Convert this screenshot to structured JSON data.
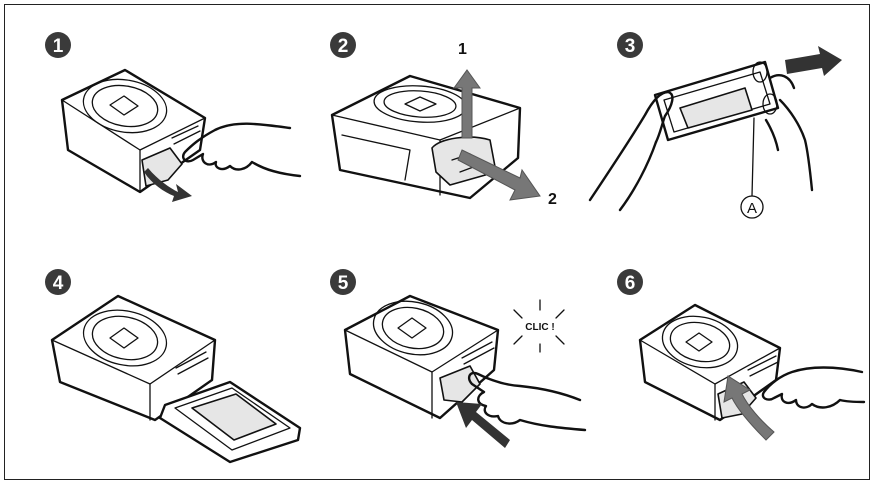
{
  "steps": [
    {
      "number": "1"
    },
    {
      "number": "2"
    },
    {
      "number": "3"
    },
    {
      "number": "4"
    },
    {
      "number": "5"
    },
    {
      "number": "6"
    }
  ],
  "labels": {
    "up": "1",
    "out": "2",
    "callout": "A",
    "clic": "CLIC !"
  },
  "colors": {
    "badge": "#3a3a3a",
    "arrow": "#777777",
    "arrow_dark": "#333333",
    "line": "#111111"
  },
  "icons": [
    "printer-illustration",
    "hand-illustration",
    "arrow-icon"
  ]
}
